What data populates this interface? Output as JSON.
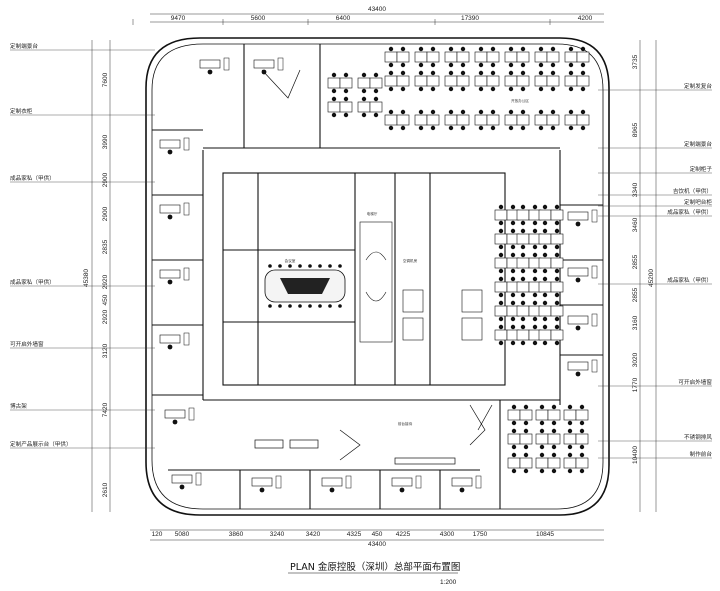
{
  "title": "PLAN  金原控股（深圳）总部平面布置图",
  "scale": "1:200",
  "dims": {
    "top_total": "43400",
    "top": [
      "9470",
      "5600",
      "6400",
      "17390",
      "4200"
    ],
    "bottom_total": "43400",
    "bottom": [
      "120",
      "5080",
      "3860",
      "3240",
      "3420",
      "4325",
      "450",
      "4225",
      "4300",
      "1750",
      "10845"
    ],
    "left_total": "45380",
    "left": [
      "7600",
      "3990",
      "2900",
      "2900",
      "2835",
      "2920",
      "450",
      "2920",
      "3120",
      "7420",
      "2610"
    ],
    "right_total": "45200",
    "right": [
      "3735",
      "8965",
      "3340",
      "3460",
      "2855",
      "2855",
      "3160",
      "3020",
      "1770",
      "10400"
    ]
  },
  "notes_left": [
    "定制端景台",
    "定制衣柜",
    "成品家私（甲供）",
    "成品家私（甲供）",
    "可开启外墙窗",
    "博古架",
    "定制产品展示台（甲供）"
  ],
  "notes_right": [
    "定制发复台",
    "定制端景台",
    "定制柜子",
    "吉饮机（甲供）",
    "定制吧台柜",
    "成品家私（甲供）",
    "成品家私（甲供）",
    "可开启外墙窗",
    "不锈钢排风",
    "制作前台"
  ],
  "rooms": [
    "会议室",
    "电梯厅",
    "空调机房",
    "前台接待",
    "开放办公区"
  ]
}
